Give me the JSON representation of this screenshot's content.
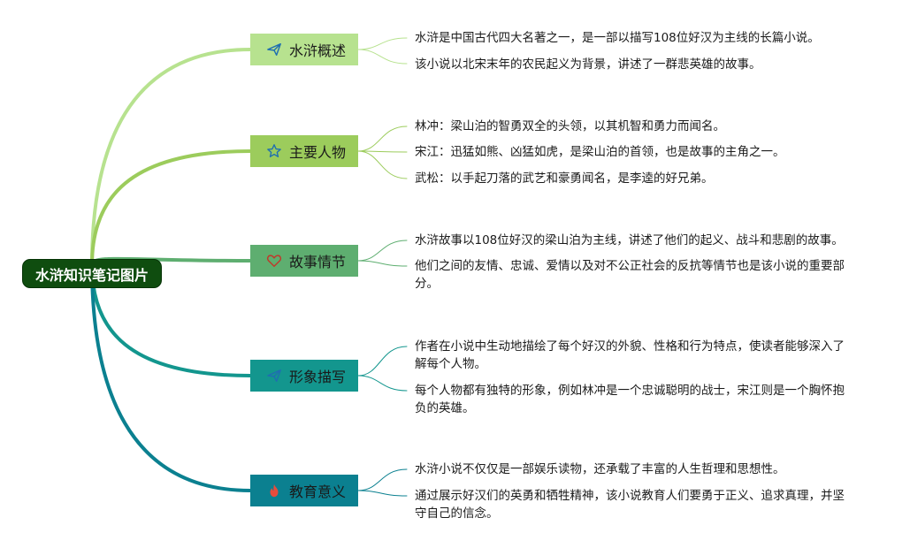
{
  "root": {
    "label": "水浒知识笔记图片"
  },
  "branches": [
    {
      "label": "水浒概述",
      "icon": "paper-plane-icon",
      "color": "#b7e28f",
      "line_color": "#b7e28f",
      "leaves": [
        "水浒是中国古代四大名著之一，是一部以描写108位好汉为主线的长篇小说。",
        "该小说以北宋末年的农民起义为背景，讲述了一群悲英雄的故事。"
      ]
    },
    {
      "label": "主要人物",
      "icon": "star-icon",
      "color": "#9ccc5c",
      "line_color": "#9ccc5c",
      "leaves": [
        "林冲：梁山泊的智勇双全的头领，以其机智和勇力而闻名。",
        "宋江：迅猛如熊、凶猛如虎，是梁山泊的首领，也是故事的主角之一。",
        "武松：以手起刀落的武艺和豪勇闻名，是李逵的好兄弟。"
      ]
    },
    {
      "label": "故事情节",
      "icon": "heart-icon",
      "color": "#5eae70",
      "line_color": "#5eae70",
      "leaves": [
        "水浒故事以108位好汉的梁山泊为主线，讲述了他们的起义、战斗和悲剧的故事。",
        "他们之间的友情、忠诚、爱情以及对不公正社会的反抗等情节也是该小说的重要部分。"
      ]
    },
    {
      "label": "形象描写",
      "icon": "paper-plane-icon",
      "color": "#13968e",
      "line_color": "#13968e",
      "leaves": [
        "作者在小说中生动地描绘了每个好汉的外貌、性格和行为特点，使读者能够深入了解每个人物。",
        "每个人物都有独特的形象，例如林冲是一个忠诚聪明的战士，宋江则是一个胸怀抱负的英雄。"
      ]
    },
    {
      "label": "教育意义",
      "icon": "fire-icon",
      "color": "#0b8090",
      "line_color": "#0b8090",
      "leaves": [
        "水浒小说不仅仅是一部娱乐读物，还承载了丰富的人生哲理和思想性。",
        "通过展示好汉们的英勇和牺牲精神，该小说教育人们要勇于正义、追求真理，并坚守自己的信念。"
      ]
    }
  ]
}
